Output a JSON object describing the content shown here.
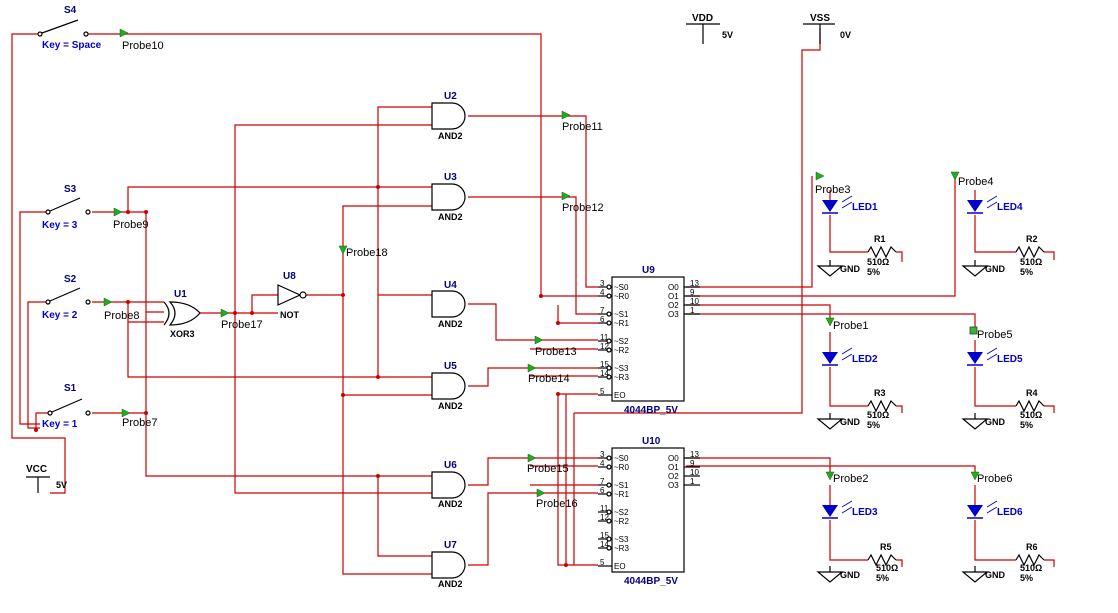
{
  "switches": [
    {
      "ref": "S4",
      "key": "Key = Space"
    },
    {
      "ref": "S3",
      "key": "Key = 3"
    },
    {
      "ref": "S2",
      "key": "Key = 2"
    },
    {
      "ref": "S1",
      "key": "Key = 1"
    }
  ],
  "supplies": {
    "vcc": {
      "name": "VCC",
      "value": "5V"
    },
    "vdd": {
      "name": "VDD",
      "value": "5V"
    },
    "vss": {
      "name": "VSS",
      "value": "0V"
    }
  },
  "gates": {
    "u1": {
      "ref": "U1",
      "type": "XOR3"
    },
    "u8": {
      "ref": "U8",
      "type": "NOT"
    },
    "u2": {
      "ref": "U2",
      "type": "AND2"
    },
    "u3": {
      "ref": "U3",
      "type": "AND2"
    },
    "u4": {
      "ref": "U4",
      "type": "AND2"
    },
    "u5": {
      "ref": "U5",
      "type": "AND2"
    },
    "u6": {
      "ref": "U6",
      "type": "AND2"
    },
    "u7": {
      "ref": "U7",
      "type": "AND2"
    }
  },
  "latches": [
    {
      "ref": "U9",
      "part": "4044BP_5V",
      "left_pins": [
        "~S0",
        "~R0",
        "~S1",
        "~R1",
        "~S2",
        "~R2",
        "~S3",
        "~R3",
        "EO"
      ],
      "left_nums": [
        "3",
        "4",
        "7",
        "6",
        "11",
        "12",
        "15",
        "14",
        "5"
      ],
      "right_pins": [
        "O0",
        "O1",
        "O2",
        "O3"
      ],
      "right_nums": [
        "13",
        "9",
        "10",
        "1"
      ]
    },
    {
      "ref": "U10",
      "part": "4044BP_5V",
      "left_pins": [
        "~S0",
        "~R0",
        "~S1",
        "~R1",
        "~S2",
        "~R2",
        "~S3",
        "~R3",
        "EO"
      ],
      "left_nums": [
        "3",
        "4",
        "7",
        "6",
        "11",
        "12",
        "15",
        "14",
        "5"
      ],
      "right_pins": [
        "O0",
        "O1",
        "O2",
        "O3"
      ],
      "right_nums": [
        "13",
        "9",
        "10",
        "1"
      ]
    }
  ],
  "probes": {
    "p10": "Probe10",
    "p11": "Probe11",
    "p12": "Probe12",
    "p9": "Probe9",
    "p8": "Probe8",
    "p7": "Probe7",
    "p17": "Probe17",
    "p18": "Probe18",
    "p13": "Probe13",
    "p14": "Probe14",
    "p15": "Probe15",
    "p16": "Probe16",
    "p3": "Probe3",
    "p4": "Probe4",
    "p1": "Probe1",
    "p5": "Probe5",
    "p2": "Probe2",
    "p6": "Probe6"
  },
  "leds": [
    "LED1",
    "LED2",
    "LED3",
    "LED4",
    "LED5",
    "LED6"
  ],
  "resistors": [
    {
      "ref": "R1",
      "value": "510Ω",
      "tol": "5%"
    },
    {
      "ref": "R2",
      "value": "510Ω",
      "tol": "5%"
    },
    {
      "ref": "R3",
      "value": "510Ω",
      "tol": "5%"
    },
    {
      "ref": "R4",
      "value": "510Ω",
      "tol": "5%"
    },
    {
      "ref": "R5",
      "value": "510Ω",
      "tol": "5%"
    },
    {
      "ref": "R6",
      "value": "510Ω",
      "tol": "5%"
    }
  ],
  "ground_label": "GND"
}
